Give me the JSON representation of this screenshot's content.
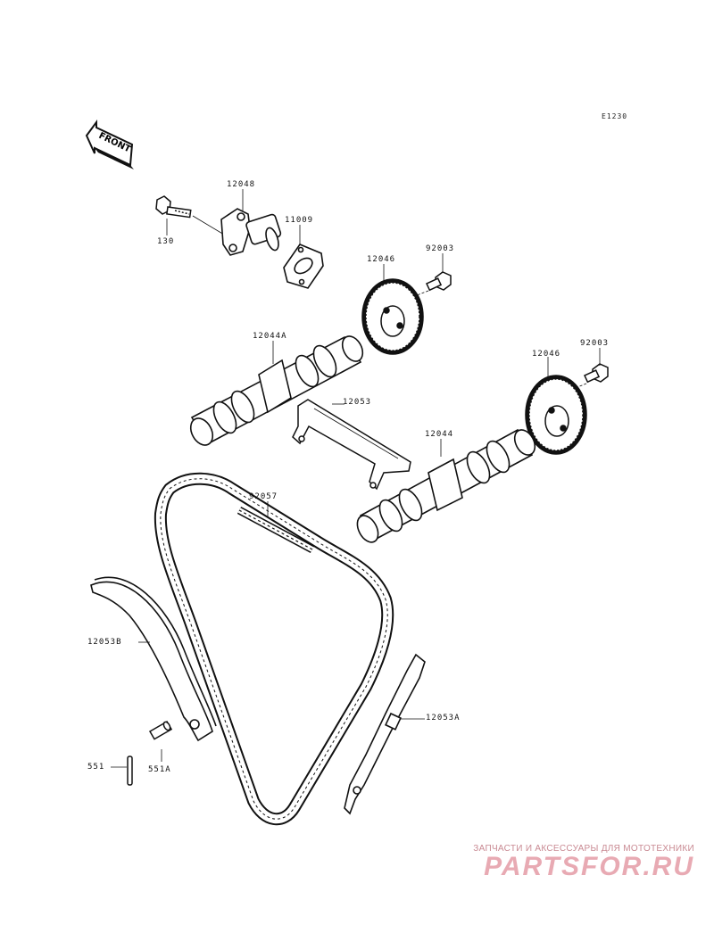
{
  "diagram_ref": "E1230",
  "front_arrow_label": "FRONT",
  "parts": {
    "p12048": "12048",
    "p130": "130",
    "p11009": "11009",
    "p92003a": "92003",
    "p12046a": "12046",
    "p12044A": "12044A",
    "p92003b": "92003",
    "p12046b": "12046",
    "p12053": "12053",
    "p12044": "12044",
    "p92057": "92057",
    "p12053B": "12053B",
    "p12053A": "12053A",
    "p551": "551",
    "p551A": "551A"
  },
  "watermark": {
    "caption": "ЗАПЧАСТИ И АКСЕССУАРЫ ДЛЯ МОТОТЕХНИКИ",
    "logo": "PARTSFOR.RU",
    "color": "#e8aab3"
  }
}
